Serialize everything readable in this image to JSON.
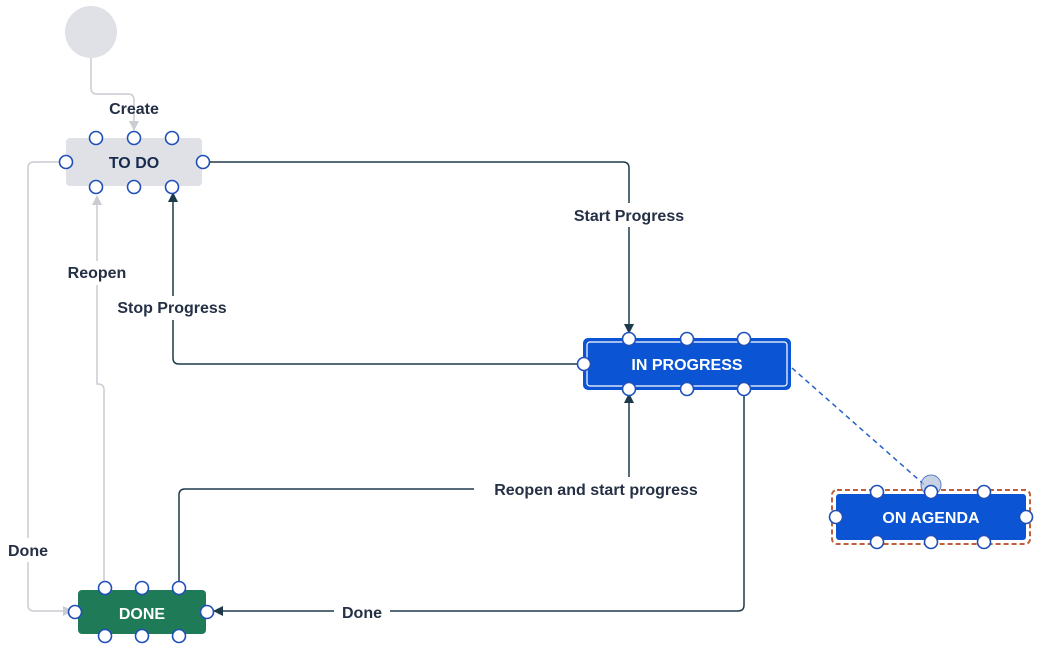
{
  "colors": {
    "todo_fill": "#dfe1e6",
    "todo_text": "#172b4d",
    "inprogress_fill": "#0b55d4",
    "inprogress_border": "#ffffff",
    "agenda_fill": "#0b55d4",
    "agenda_outline": "#c0603a",
    "done_fill": "#1f7a57",
    "node_text_light": "#ffffff",
    "edge": "#1d3a4a",
    "edge_faded": "#c9ccd2",
    "handle_stroke": "#1f4fb8",
    "start_circle": "#dfe1e6",
    "dashed_link": "#2460c8"
  },
  "nodes": {
    "todo": {
      "label": "TO DO"
    },
    "inprogress": {
      "label": "IN PROGRESS"
    },
    "agenda": {
      "label": "ON AGENDA"
    },
    "done": {
      "label": "DONE"
    }
  },
  "transitions": {
    "create": "Create",
    "start_progress": "Start Progress",
    "stop_progress": "Stop Progress",
    "reopen": "Reopen",
    "reopen_start": "Reopen and start progress",
    "done_left": "Done",
    "done_bottom": "Done"
  }
}
